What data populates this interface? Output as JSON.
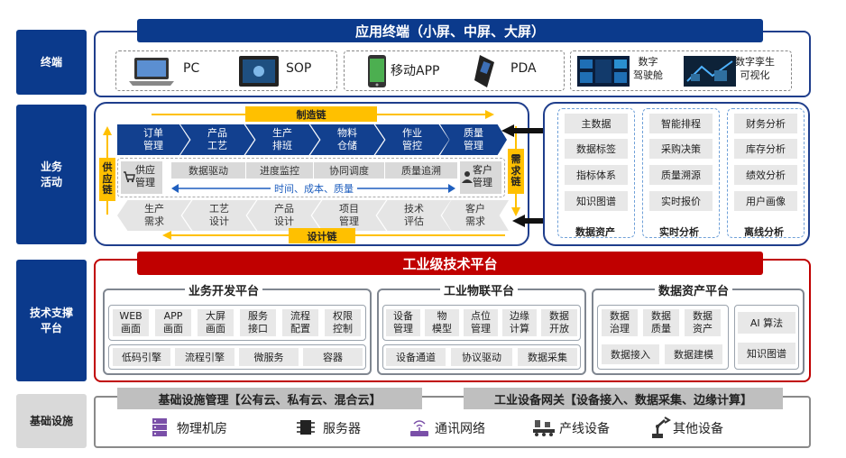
{
  "side_labels": {
    "terminal": "终端",
    "business": "业务\n活动",
    "tech": "技术支撑\n平台",
    "infra": "基础设施"
  },
  "terminal": {
    "banner": "应用终端（小屏、中屏、大屏）",
    "devices": [
      "PC",
      "SOP",
      "移动APP",
      "PDA"
    ],
    "screens": [
      "数字\n驾驶舱",
      "数字孪生\n可视化"
    ]
  },
  "business": {
    "manufacturing_chain": "制造链",
    "design_chain": "设计链",
    "supply_chain": "供\n应\n链",
    "demand_chain": "需\n求\n链",
    "top_chevrons": [
      "订单\n管理",
      "产品\n工艺",
      "生产\n排班",
      "物料\n仓储",
      "作业\n管控",
      "质量\n管理"
    ],
    "bottom_chevrons": [
      "生产\n需求",
      "工艺\n设计",
      "产品\n设计",
      "项目\n管理",
      "技术\n评估",
      "客户\n需求"
    ],
    "middle_tags": [
      "数据驱动",
      "进度监控",
      "协同调度",
      "质量追溯"
    ],
    "supply_mgmt": "供应\n管理",
    "customer_mgmt": "客户\n管理",
    "center_text": "时间、成本、质量"
  },
  "analytics": [
    {
      "title": "数据资产",
      "items": [
        "主数据",
        "数据标签",
        "指标体系",
        "知识图谱"
      ]
    },
    {
      "title": "实时分析",
      "items": [
        "智能排程",
        "采购决策",
        "质量溯源",
        "实时报价"
      ]
    },
    {
      "title": "离线分析",
      "items": [
        "财务分析",
        "库存分析",
        "绩效分析",
        "用户画像"
      ]
    }
  ],
  "tech": {
    "banner": "工业级技术平台",
    "dev_platform": {
      "title": "业务开发平台",
      "top": [
        "WEB\n画面",
        "APP\n画面",
        "大屏\n画面",
        "服务\n接口",
        "流程\n配置",
        "权限\n控制"
      ],
      "bottom": [
        "低码引擎",
        "流程引擎",
        "微服务",
        "容器"
      ]
    },
    "iot_platform": {
      "title": "工业物联平台",
      "top": [
        "设备\n管理",
        "物\n模型",
        "点位\n管理",
        "边缘\n计算",
        "数据\n开放"
      ],
      "bottom": [
        "设备通道",
        "协议驱动",
        "数据采集"
      ]
    },
    "data_platform": {
      "title": "数据资产平台",
      "top": [
        "数据\n治理",
        "数据\n质量",
        "数据\n资产"
      ],
      "mid": [
        "数据接入",
        "数据建模"
      ],
      "right": [
        "AI 算法",
        "知识图谱"
      ]
    }
  },
  "infra": {
    "mgmt": "基础设施管理【公有云、私有云、混合云】",
    "gateway": "工业设备网关【设备接入、数据采集、边缘计算】",
    "items": [
      "物理机房",
      "服务器",
      "通讯网络",
      "产线设备",
      "其他设备"
    ]
  },
  "colors": {
    "navy": "#0b3a8c",
    "red": "#c00000",
    "yellow": "#ffc000"
  }
}
